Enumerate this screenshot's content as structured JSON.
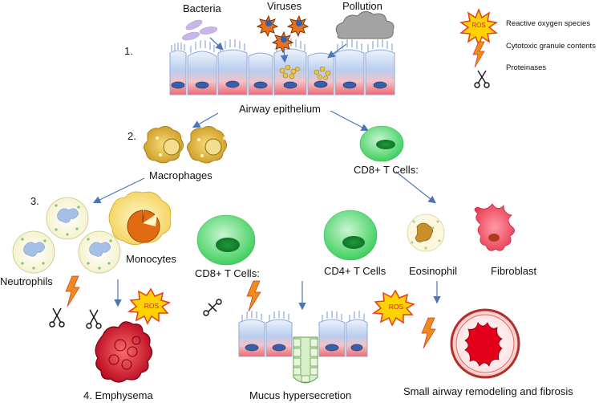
{
  "labels": {
    "bacteria": "Bacteria",
    "viruses": "Viruses",
    "pollution": "Pollution",
    "step1": "1.",
    "airway_epithelium": "Airway epithelium",
    "step2": "2.",
    "macrophages": "Macrophages",
    "cd8_top": "CD8+ T Cells:",
    "step3": "3.",
    "neutrophils": "Neutrophils",
    "monocytes": "Monocytes",
    "cd8_mid": "CD8+ T Cells:",
    "cd4": "CD4+ T Cells",
    "eosinophil": "Eosinophil",
    "fibroblast": "Fibroblast",
    "emphysema": "4. Emphysema",
    "mucus": "Mucus hypersecretion",
    "remodeling": "Small airway remodeling and fibrosis"
  },
  "legend": {
    "ros": "Reactive oxygen species",
    "cytotoxic": "Cytotoxic granule contents",
    "proteinases": "Proteinases"
  },
  "ros_badge": "ROS",
  "colors": {
    "arrow": "#4a76b8",
    "cell_blue": "#b9cdee",
    "cell_red": "#ee6a72",
    "nucleus": "#3b5ea8",
    "tcell_green": "#58d672",
    "macrophage": "#e3bf3c",
    "ros_fill": "#ffd200",
    "ros_stroke": "#e83a1c",
    "bolt": "#f08a1a",
    "emphysema": "#c8102e",
    "fibroblast": "#f06a7a"
  }
}
